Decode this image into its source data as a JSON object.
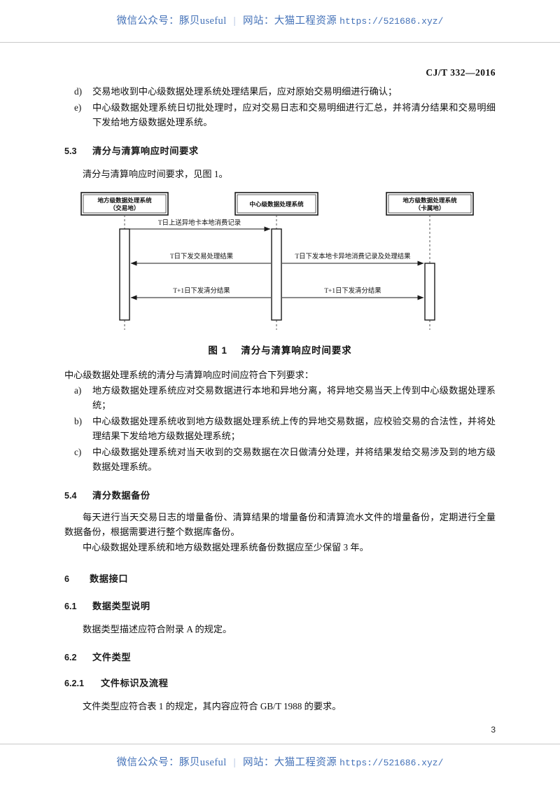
{
  "watermark": {
    "label_wechat": "微信公众号：豚贝useful",
    "separator": "|",
    "label_site": "网站：大猫工程资源",
    "url": "https://521686.xyz/"
  },
  "running_head": "CJ/T 332—2016",
  "page_number": "3",
  "list_top": [
    {
      "marker": "d)",
      "text": "交易地收到中心级数据处理系统处理结果后，应对原始交易明细进行确认；"
    },
    {
      "marker": "e)",
      "text": "中心级数据处理系统日切批处理时，应对交易日志和交易明细进行汇总，并将清分结果和交易明细下发给地方级数据处理系统。"
    }
  ],
  "section_5_3": {
    "number": "5.3",
    "title": "清分与清算响应时间要求",
    "intro": "清分与清算响应时间要求，见图 1。",
    "lead_in": "中心级数据处理系统的清分与清算响应时间应符合下列要求：",
    "items": [
      {
        "marker": "a)",
        "text": "地方级数据处理系统应对交易数据进行本地和异地分离，将异地交易当天上传到中心级数据处理系统；"
      },
      {
        "marker": "b)",
        "text": "中心级数据处理系统收到地方级数据处理系统上传的异地交易数据，应校验交易的合法性，并将处理结果下发给地方级数据处理系统；"
      },
      {
        "marker": "c)",
        "text": "中心级数据处理系统对当天收到的交易数据在次日做清分处理，并将结果发给交易涉及到的地方级数据处理系统。"
      }
    ]
  },
  "figure": {
    "caption_label": "图 1",
    "caption_title": "清分与清算响应时间要求",
    "actors": [
      {
        "line1": "地方级数据处理系统",
        "line2": "（交易地）"
      },
      {
        "line1": "中心级数据处理系统",
        "line2": ""
      },
      {
        "line1": "地方级数据处理系统",
        "line2": "（卡属地）"
      }
    ],
    "messages": [
      {
        "label": "T日上送异地卡本地消费记录",
        "from": "left",
        "to": "center",
        "direction": "right"
      },
      {
        "label": "T日下发交易处理结果",
        "from": "center",
        "to": "left",
        "direction": "left"
      },
      {
        "label": "T日下发本地卡异地消费记录及处理结果",
        "from": "center",
        "to": "right",
        "direction": "right"
      },
      {
        "label": "T+1日下发清分结果",
        "from": "center",
        "to": "left",
        "direction": "left"
      },
      {
        "label": "T+1日下发清分结果",
        "from": "center",
        "to": "right",
        "direction": "right"
      }
    ]
  },
  "section_5_4": {
    "number": "5.4",
    "title": "清分数据备份",
    "para1": "每天进行当天交易日志的增量备份、清算结果的增量备份和清算流水文件的增量备份，定期进行全量数据备份，根据需要进行整个数据库备份。",
    "para2": "中心级数据处理系统和地方级数据处理系统备份数据应至少保留 3 年。"
  },
  "section_6": {
    "number": "6",
    "title": "数据接口"
  },
  "section_6_1": {
    "number": "6.1",
    "title": "数据类型说明",
    "para": "数据类型描述应符合附录 A 的规定。"
  },
  "section_6_2": {
    "number": "6.2",
    "title": "文件类型"
  },
  "section_6_2_1": {
    "number": "6.2.1",
    "title": "文件标识及流程",
    "para": "文件类型应符合表 1 的规定，其内容应符合 GB/T 1988 的要求。"
  },
  "colors": {
    "watermark_blue": "#4472b8",
    "text_black": "#111111",
    "rule_gray": "#c9c9c9"
  }
}
